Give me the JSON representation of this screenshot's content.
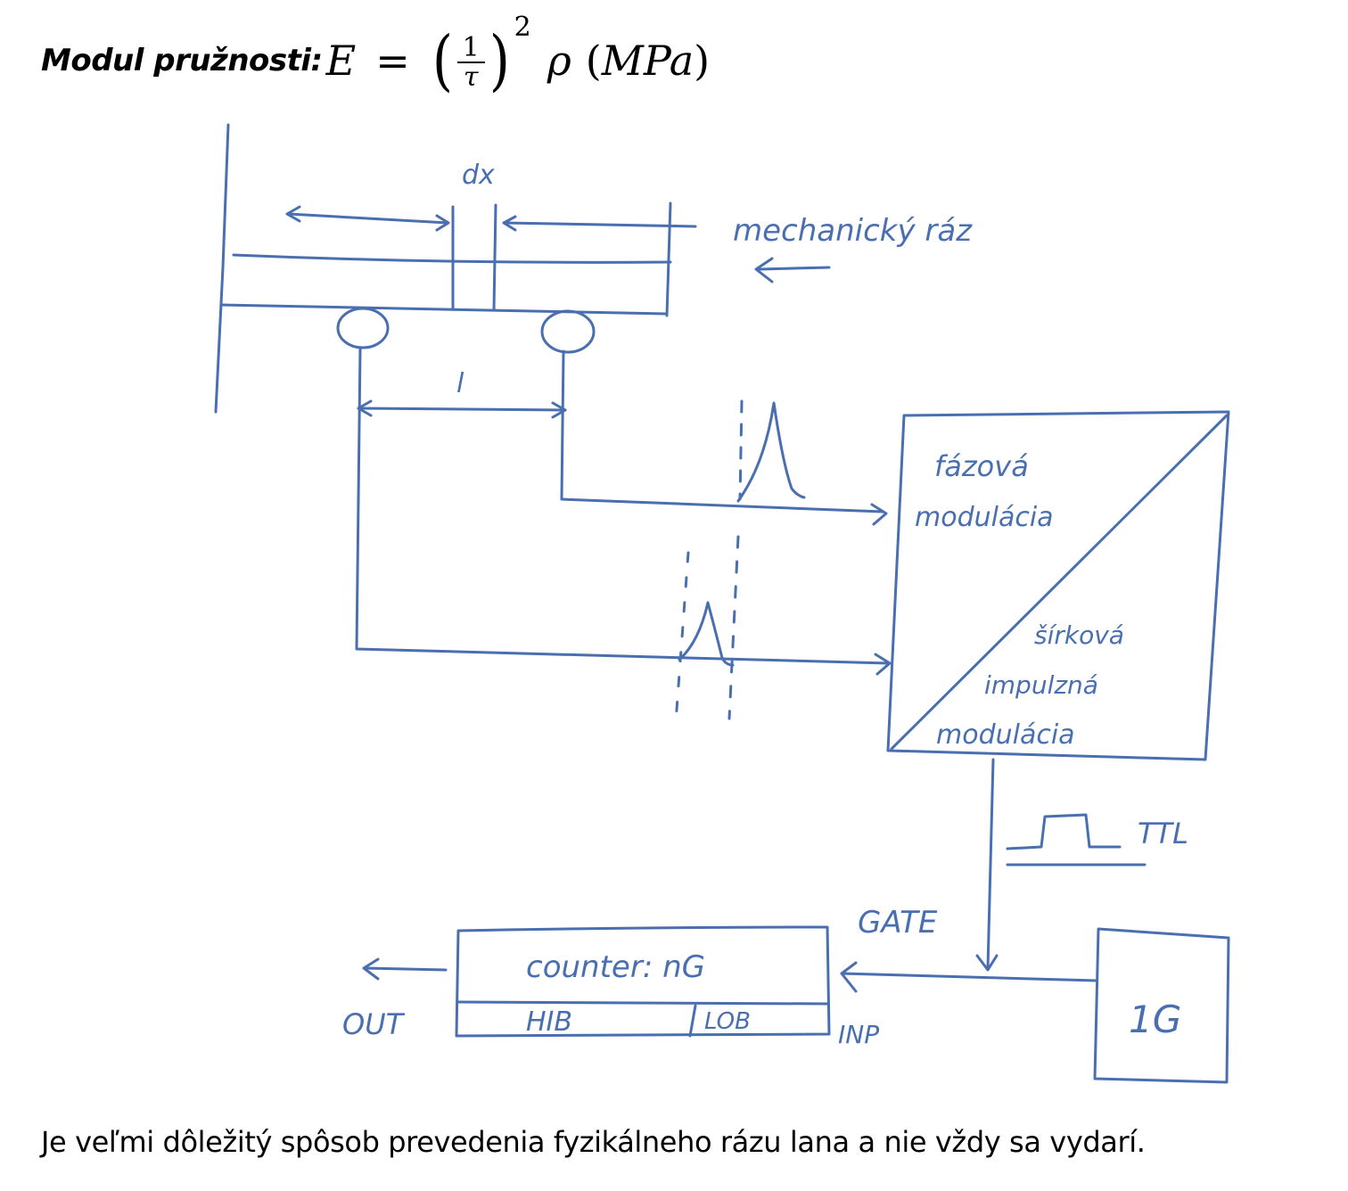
{
  "header": {
    "label": "Modul pružnosti:",
    "formula": {
      "lhs": "E",
      "equals": "=",
      "numerator": "1",
      "denominator": "τ",
      "exponent": "2",
      "density": "ρ",
      "unit_open": "(",
      "unit": "MPa",
      "unit_close": ")"
    }
  },
  "diagram": {
    "ink_color": "#4a6fb0",
    "labels": {
      "dx": "dx",
      "l": "l",
      "mechanical_impact": "mechanický ráz",
      "phase_modulation_1": "fázová",
      "phase_modulation_2": "modulácia",
      "pulse_modulation_1": "šírková",
      "pulse_modulation_2": "impulzná",
      "pulse_modulation_3": "modulácia",
      "ttl": "TTL",
      "gate": "GATE",
      "counter": "counter: nG",
      "hib": "HIB",
      "lob": "LOB",
      "out": "OUT",
      "inp": "INP",
      "generator": "1G"
    }
  },
  "caption": "Je veľmi dôležitý spôsob prevedenia fyzikálneho rázu lana a nie vždy sa vydarí."
}
